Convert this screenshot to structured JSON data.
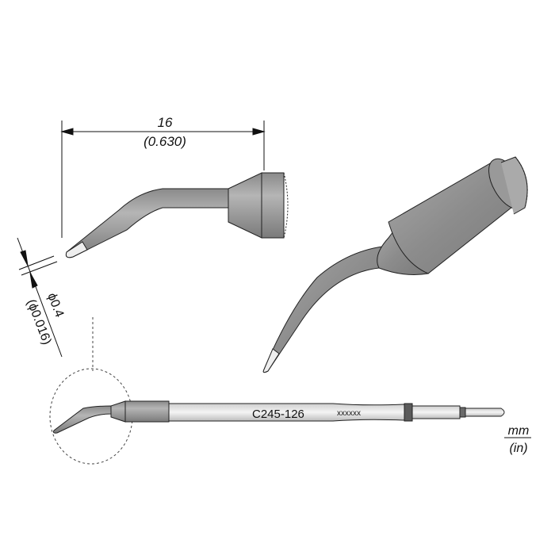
{
  "dimensions": {
    "length_mm": "16",
    "length_in": "(0.630)",
    "diameter_mm": "ϕ0.4",
    "diameter_in": "(ϕ0.016)"
  },
  "part": {
    "model": "C245-126",
    "serial": "xxxxxx"
  },
  "units": {
    "metric": "mm",
    "imperial": "(in)"
  },
  "colors": {
    "tip_body": "#9a9a9a",
    "tip_highlight": "#e6e6e6",
    "shaft_band": "#5a5a5a"
  }
}
